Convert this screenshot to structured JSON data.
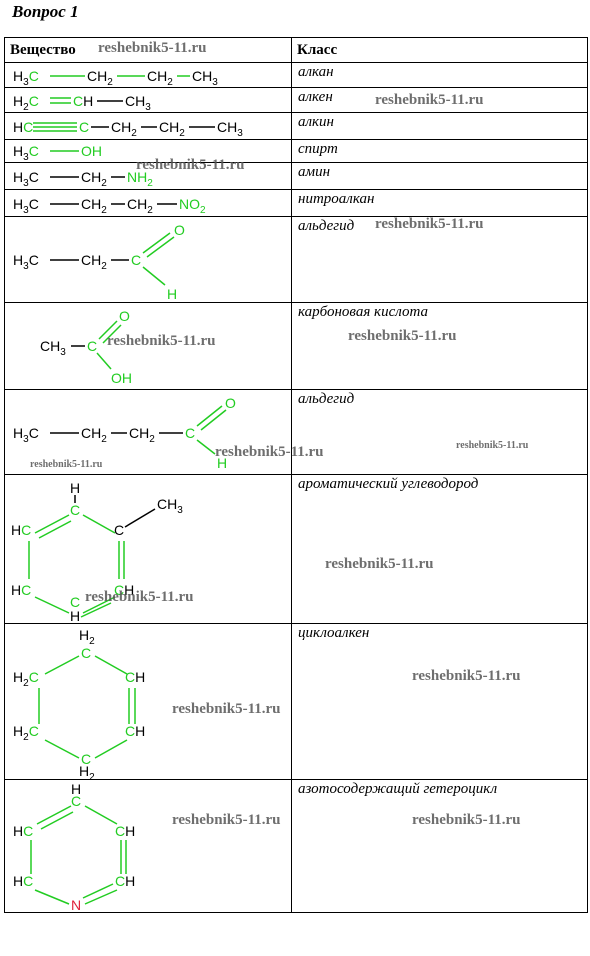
{
  "question_title": "Вопрос 1",
  "table": {
    "headers": [
      "Вещество",
      "Класс"
    ],
    "rows": [
      {
        "class": "алкан"
      },
      {
        "class": "алкен"
      },
      {
        "class": "алкин"
      },
      {
        "class": "спирт"
      },
      {
        "class": "амин"
      },
      {
        "class": "нитроалкан"
      },
      {
        "class": "альдегид"
      },
      {
        "class": "карбоновая кислота"
      },
      {
        "class": "альдегид"
      },
      {
        "class": "ароматический углеводород"
      },
      {
        "class": "циклоалкен"
      },
      {
        "class": "азотосодержащий гетероцикл"
      }
    ]
  },
  "watermark": "reshebnik5-11.ru",
  "colors": {
    "accent_green": "#22cc22",
    "nitrogen_red": "#e0203a",
    "text": "#000000"
  }
}
